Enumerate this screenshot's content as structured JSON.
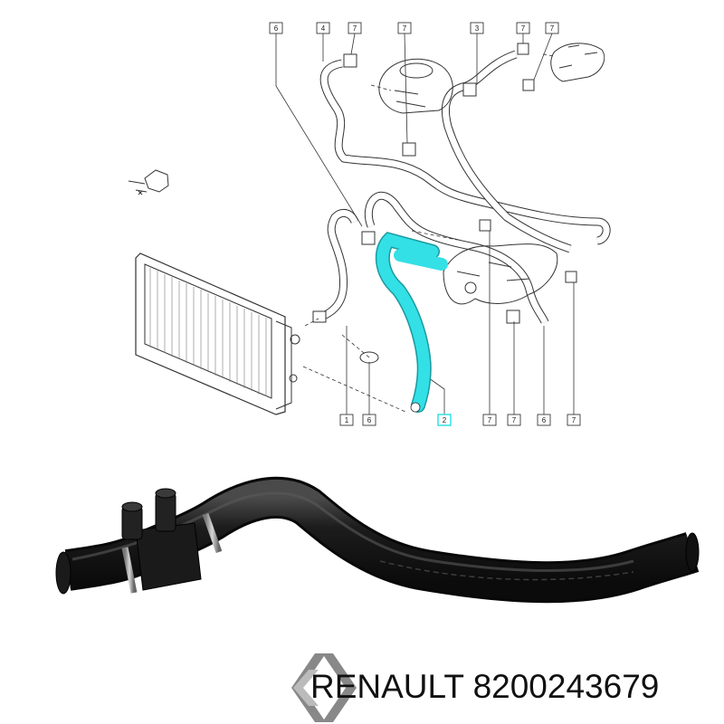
{
  "diagram": {
    "callouts_top": [
      "6",
      "4",
      "7",
      "7",
      "3",
      "7",
      "7"
    ],
    "callouts_bottom": [
      "1",
      "6",
      "2",
      "7",
      "7",
      "6",
      "7"
    ],
    "highlight_color": "#33e0e6"
  },
  "brand": {
    "name": "RENAULT",
    "part_number": "8200243679",
    "logo_icon": "renault-diamond-logo"
  }
}
